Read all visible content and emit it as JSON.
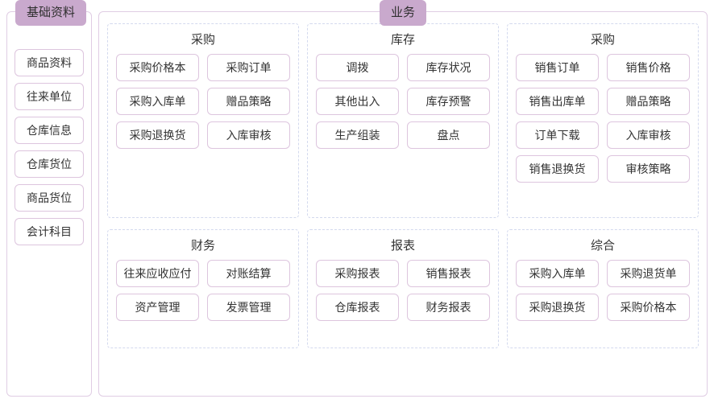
{
  "sidebar": {
    "title": "基础资料",
    "items": [
      {
        "label": "商品资料"
      },
      {
        "label": "往来单位"
      },
      {
        "label": "仓库信息"
      },
      {
        "label": "仓库货位"
      },
      {
        "label": "商品货位"
      },
      {
        "label": "会计科目"
      }
    ]
  },
  "main": {
    "title": "业务",
    "groups": [
      {
        "title": "采购",
        "items": [
          {
            "label": "采购价格本"
          },
          {
            "label": "采购订单"
          },
          {
            "label": "采购入库单"
          },
          {
            "label": "赠品策略"
          },
          {
            "label": "采购退换货"
          },
          {
            "label": "入库审核"
          }
        ]
      },
      {
        "title": "库存",
        "items": [
          {
            "label": "调拨"
          },
          {
            "label": "库存状况"
          },
          {
            "label": "其他出入"
          },
          {
            "label": "库存预警"
          },
          {
            "label": "生产组装"
          },
          {
            "label": "盘点"
          }
        ]
      },
      {
        "title": "采购",
        "items": [
          {
            "label": "销售订单"
          },
          {
            "label": "销售价格"
          },
          {
            "label": "销售出库单"
          },
          {
            "label": "赠品策略"
          },
          {
            "label": "订单下载"
          },
          {
            "label": "入库审核"
          },
          {
            "label": "销售退换货"
          },
          {
            "label": "审核策略"
          }
        ]
      },
      {
        "title": "财务",
        "items": [
          {
            "label": "往来应收应付"
          },
          {
            "label": "对账结算"
          },
          {
            "label": "资产管理"
          },
          {
            "label": "发票管理"
          }
        ]
      },
      {
        "title": "报表",
        "items": [
          {
            "label": "采购报表"
          },
          {
            "label": "销售报表"
          },
          {
            "label": "仓库报表"
          },
          {
            "label": "财务报表"
          }
        ]
      },
      {
        "title": "综合",
        "items": [
          {
            "label": "采购入库单"
          },
          {
            "label": "采购退货单"
          },
          {
            "label": "采购退换货"
          },
          {
            "label": "采购价格本"
          }
        ]
      }
    ]
  },
  "colors": {
    "legend_fill": "#c9a9cd",
    "panel_border": "#e0cde4",
    "tile_border": "#ddc5de",
    "group_border": "#d3d9ee",
    "text": "#333333",
    "background": "#ffffff"
  }
}
